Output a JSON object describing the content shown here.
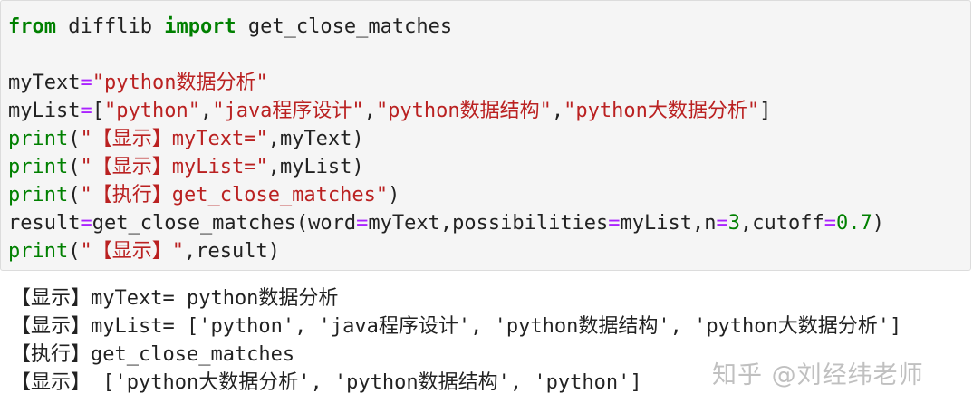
{
  "code": {
    "line1": {
      "kw1": "from",
      "mod": " difflib ",
      "kw2": "import",
      "name": " get_close_matches"
    },
    "line3": {
      "a": "myText",
      "eq": "=",
      "s": "\"python数据分析\""
    },
    "line4": {
      "a": "myList",
      "eq": "=",
      "p1": "[",
      "s1": "\"python\"",
      "c1": ",",
      "s2": "\"java程序设计\"",
      "c2": ",",
      "s3": "\"python数据结构\"",
      "c3": ",",
      "s4": "\"python大数据分析\"",
      "p2": "]"
    },
    "line5": {
      "f": "print",
      "p1": "(",
      "s": "\"【显示】myText=\"",
      "rest": ",myText)"
    },
    "line6": {
      "f": "print",
      "p1": "(",
      "s": "\"【显示】myList=\"",
      "rest": ",myList)"
    },
    "line7": {
      "f": "print",
      "p1": "(",
      "s": "\"【执行】get_close_matches\"",
      "rest": ")"
    },
    "line8": {
      "a": "result",
      "eq1": "=",
      "b": "get_close_matches(word",
      "eq2": "=",
      "c": "myText,possibilities",
      "eq3": "=",
      "d": "myList,n",
      "eq4": "=",
      "n": "3",
      "e": ",cutoff",
      "eq5": "=",
      "f": "0.7",
      "g": ")"
    },
    "line9": {
      "f": "print",
      "p1": "(",
      "s": "\"【显示】\"",
      "rest": ",result)"
    }
  },
  "output": {
    "lines": [
      "【显示】myText= python数据分析",
      "【显示】myList= ['python', 'java程序设计', 'python数据结构', 'python大数据分析']",
      "【执行】get_close_matches",
      "【显示】 ['python大数据分析', 'python数据结构', 'python']"
    ]
  },
  "watermark": "知乎 @刘经纬老师"
}
